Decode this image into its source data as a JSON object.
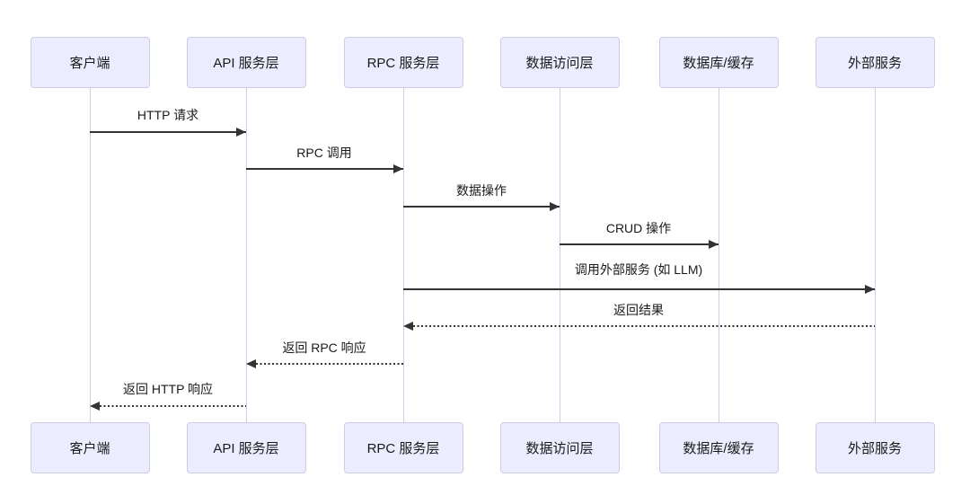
{
  "diagram": {
    "kind": "sequence-diagram",
    "colors": {
      "actor-fill": "#ECECFF",
      "actor-border": "#CCCCE6",
      "lifeline": "#CDCDE8",
      "line": "#333333",
      "text": "#1a1a1a",
      "bg": "#ffffff"
    },
    "actors": [
      {
        "label": "客户端"
      },
      {
        "label": "API 服务层"
      },
      {
        "label": "RPC 服务层"
      },
      {
        "label": "数据访问层"
      },
      {
        "label": "数据库/缓存"
      },
      {
        "label": "外部服务"
      }
    ],
    "messages": [
      {
        "label": "HTTP 请求",
        "from": "客户端",
        "to": "API 服务层",
        "style": "solid",
        "direction": "right"
      },
      {
        "label": "RPC 调用",
        "from": "API 服务层",
        "to": "RPC 服务层",
        "style": "solid",
        "direction": "right"
      },
      {
        "label": "数据操作",
        "from": "RPC 服务层",
        "to": "数据访问层",
        "style": "solid",
        "direction": "right"
      },
      {
        "label": "CRUD 操作",
        "from": "数据访问层",
        "to": "数据库/缓存",
        "style": "solid",
        "direction": "right"
      },
      {
        "label": "调用外部服务 (如 LLM)",
        "from": "RPC 服务层",
        "to": "外部服务",
        "style": "solid",
        "direction": "right"
      },
      {
        "label": "返回结果",
        "from": "外部服务",
        "to": "RPC 服务层",
        "style": "dashed",
        "direction": "left"
      },
      {
        "label": "返回 RPC 响应",
        "from": "RPC 服务层",
        "to": "API 服务层",
        "style": "dashed",
        "direction": "left"
      },
      {
        "label": "返回 HTTP 响应",
        "from": "API 服务层",
        "to": "客户端",
        "style": "dashed",
        "direction": "left"
      }
    ]
  }
}
